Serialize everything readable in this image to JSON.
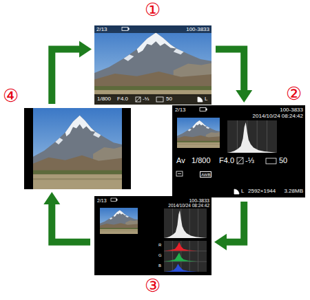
{
  "diagram": {
    "nodes": [
      {
        "text": [
          "①",
          "2/13",
          "100-3833",
          "1/800",
          "F4.0",
          "-⅓",
          "50",
          "L"
        ]
      },
      {
        "text": [
          "②",
          "2/13",
          "100-3833",
          "2014/10/24 08:24:42",
          "Av",
          "1/800",
          "F4.0",
          "-⅓",
          "50",
          "AWB",
          "L",
          "2592×1944",
          "3.28MB"
        ]
      },
      {
        "text": [
          "③",
          "2/13",
          "100-3833",
          "2014/10/24 08:24:42",
          "R",
          "G",
          "B"
        ]
      },
      {
        "text": [
          "④"
        ]
      }
    ],
    "edges": [
      {
        "from": 0,
        "to": 1,
        "arrow": "to"
      },
      {
        "from": 1,
        "to": 2,
        "arrow": "to"
      },
      {
        "from": 2,
        "to": 3,
        "arrow": "to"
      },
      {
        "from": 3,
        "to": 0,
        "arrow": "to"
      }
    ]
  }
}
